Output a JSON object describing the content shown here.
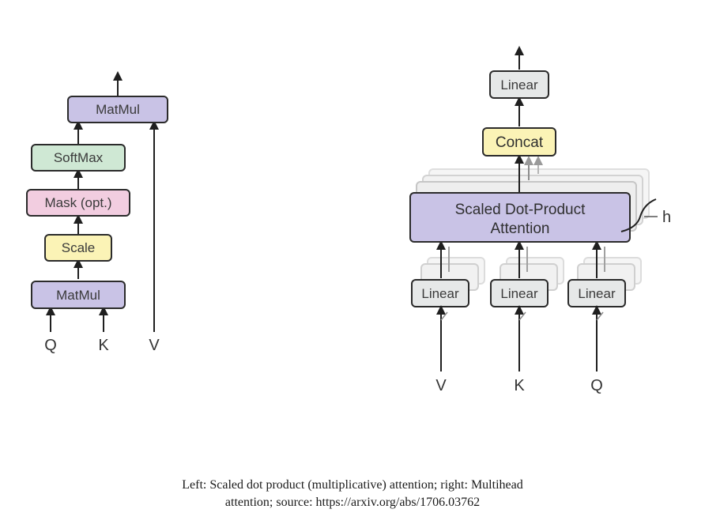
{
  "left": {
    "matmul_top": "MatMul",
    "softmax": "SoftMax",
    "mask": "Mask (opt.)",
    "scale": "Scale",
    "matmul_bottom": "MatMul",
    "inputs": [
      "Q",
      "K",
      "V"
    ]
  },
  "right": {
    "linear_top": "Linear",
    "concat": "Concat",
    "attention_line1": "Scaled Dot-Product",
    "attention_line2": "Attention",
    "h_label": "h",
    "linear_boxes": [
      "Linear",
      "Linear",
      "Linear"
    ],
    "inputs": [
      "V",
      "K",
      "Q"
    ]
  },
  "caption": {
    "line1": "Left: Scaled dot product (multiplicative) attention; right: Multihead",
    "line2": "attention; source: https://arxiv.org/abs/1706.03762"
  },
  "colors": {
    "purple": "#c9c3e6",
    "green": "#cfe8d4",
    "pink": "#f2cde0",
    "yellow": "#fbf3b6",
    "gray": "#e6e8e8",
    "stroke": "#2b2b2b"
  }
}
